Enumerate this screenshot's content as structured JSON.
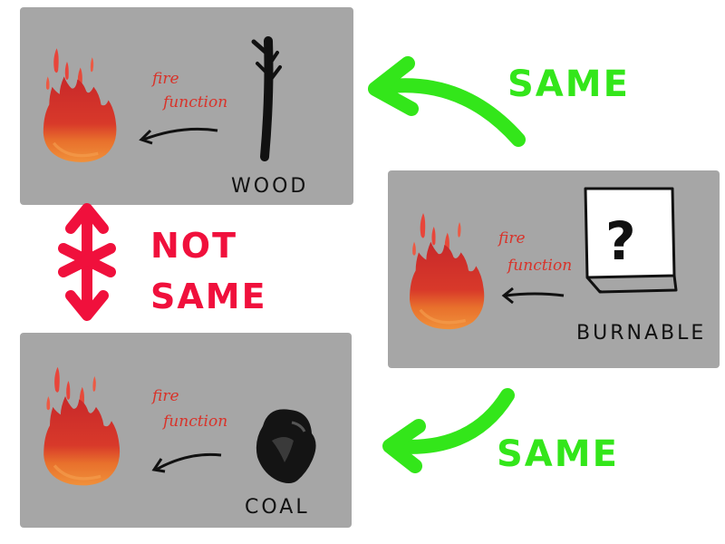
{
  "panels": {
    "wood": {
      "function_line1": "fire",
      "function_line2": "function",
      "label": "WOOD"
    },
    "coal": {
      "function_line1": "fire",
      "function_line2": "function",
      "label": "COAL"
    },
    "burnable": {
      "function_line1": "fire",
      "function_line2": "function",
      "label": "BURNABLE",
      "box_symbol": "?"
    }
  },
  "relations": {
    "top": "SAME",
    "bottom": "SAME",
    "not_line1": "NOT",
    "not_line2": "SAME"
  },
  "colors": {
    "panel": "#a6a6a6",
    "same": "#33e61a",
    "not_same": "#f0103c",
    "fire_red": "#d8332a",
    "fire_orange": "#e87a2a"
  }
}
